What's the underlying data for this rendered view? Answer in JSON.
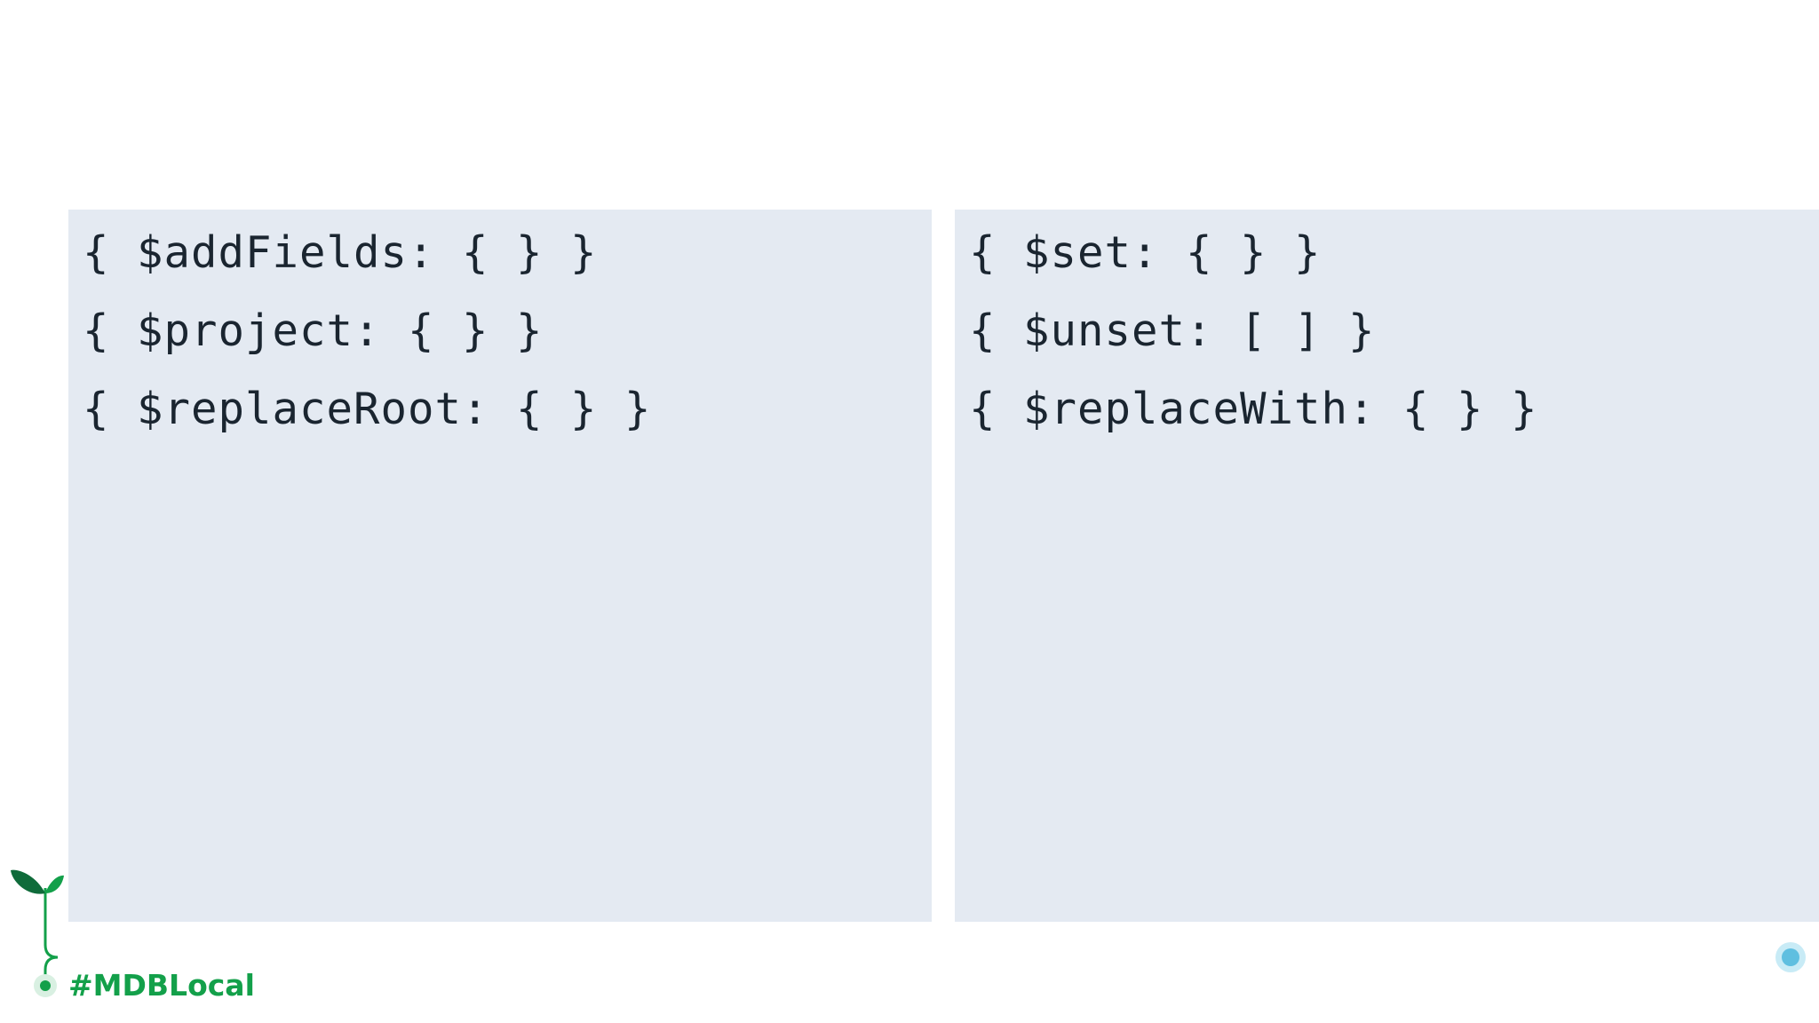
{
  "left_panel": {
    "lines": [
      "{ $addFields: { } }",
      "{ $project: { } }",
      "{ $replaceRoot: { } }"
    ]
  },
  "right_panel": {
    "lines": [
      "{ $set: { } }",
      "{ $unset: [ ] }",
      "{ $replaceWith: { } }"
    ]
  },
  "footer": {
    "hashtag": "#MDBLocal"
  },
  "colors": {
    "panel_background": "#e4eaf2",
    "code_text": "#1a2530",
    "brand_green": "#13a04a",
    "leaf_dark_green": "#0f6b3a",
    "line_end_blue": "#5fbfe0"
  },
  "icons": {
    "sprout": "sprout-icon",
    "end_dot": "circle-dot-icon"
  }
}
